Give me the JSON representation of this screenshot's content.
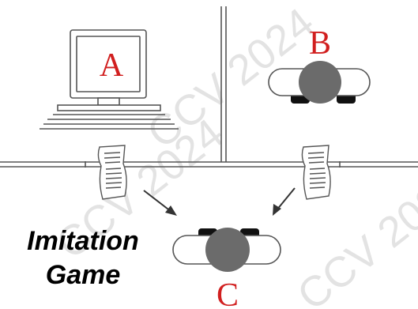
{
  "diagram": {
    "caption_line1": "Imitation",
    "caption_line2": "Game",
    "label_a": "A",
    "label_b": "B",
    "label_c": "C",
    "watermark_text": "CCV 2024"
  },
  "colors": {
    "letter_red": "#d11f1f",
    "line_gray": "#555555",
    "head_gray": "#6b6b6b",
    "foot_black": "#111111",
    "watermark": "#e3e3e3"
  },
  "icons": [
    "computer-icon",
    "person-topview-icon",
    "paper-note-icon",
    "arrow-icon"
  ]
}
